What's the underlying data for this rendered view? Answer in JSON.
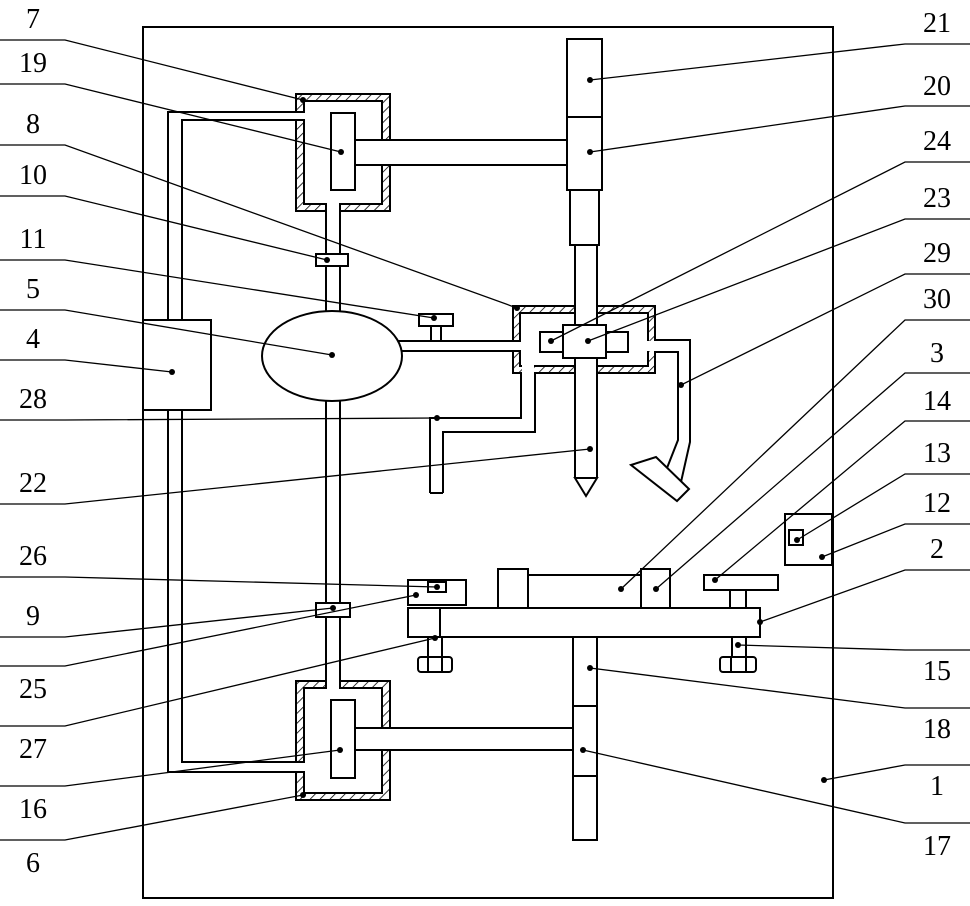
{
  "callouts": {
    "left": [
      "7",
      "19",
      "8",
      "10",
      "11",
      "5",
      "4",
      "28",
      "22",
      "26",
      "9",
      "25",
      "27",
      "16",
      "6"
    ],
    "right": [
      "21",
      "20",
      "24",
      "23",
      "29",
      "30",
      "3",
      "14",
      "13",
      "12",
      "2",
      "15",
      "18",
      "1",
      "17"
    ]
  },
  "colors": {
    "ink": "#000000",
    "paper": "#ffffff"
  }
}
